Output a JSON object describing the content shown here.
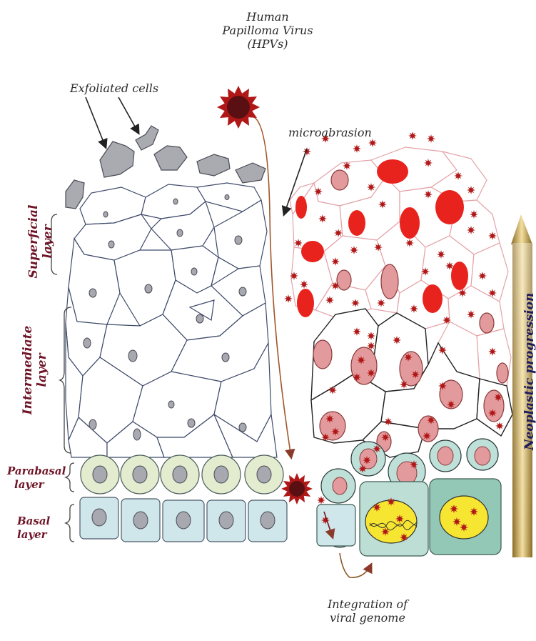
{
  "labels": {
    "hpv_line1": "Human",
    "hpv_line2": "Papilloma Virus",
    "hpv_line3": "(HPVs)",
    "exfoliated": "Exfoliated cells",
    "microabrasion": "microabrasion",
    "superficial_line1": "Superficial",
    "superficial_line2": "layer",
    "intermediate_line1": "Intermediate",
    "intermediate_line2": "layer",
    "parabasal_line1": "Parabasal",
    "parabasal_line2": "layer",
    "basal_line1": "Basal",
    "basal_line2": "layer",
    "integration_line1": "Integration of",
    "integration_line2": "viral genome",
    "progression": "Neoplastic progression"
  },
  "colors": {
    "virus": "#5a0f12",
    "virus_spikes": "#b01818",
    "infected_nucleus": "#e8231d",
    "pink_outline": "#e4a2a8",
    "parabasal_fill": "#e3eccf",
    "basal_fill": "#cfe6ea",
    "teal_cell": "#a8d7c8",
    "yellow_nucleus": "#f6e531",
    "arrow_gold": "#b89138"
  },
  "icons": [
    "virus-icon",
    "up-arrow-icon"
  ]
}
